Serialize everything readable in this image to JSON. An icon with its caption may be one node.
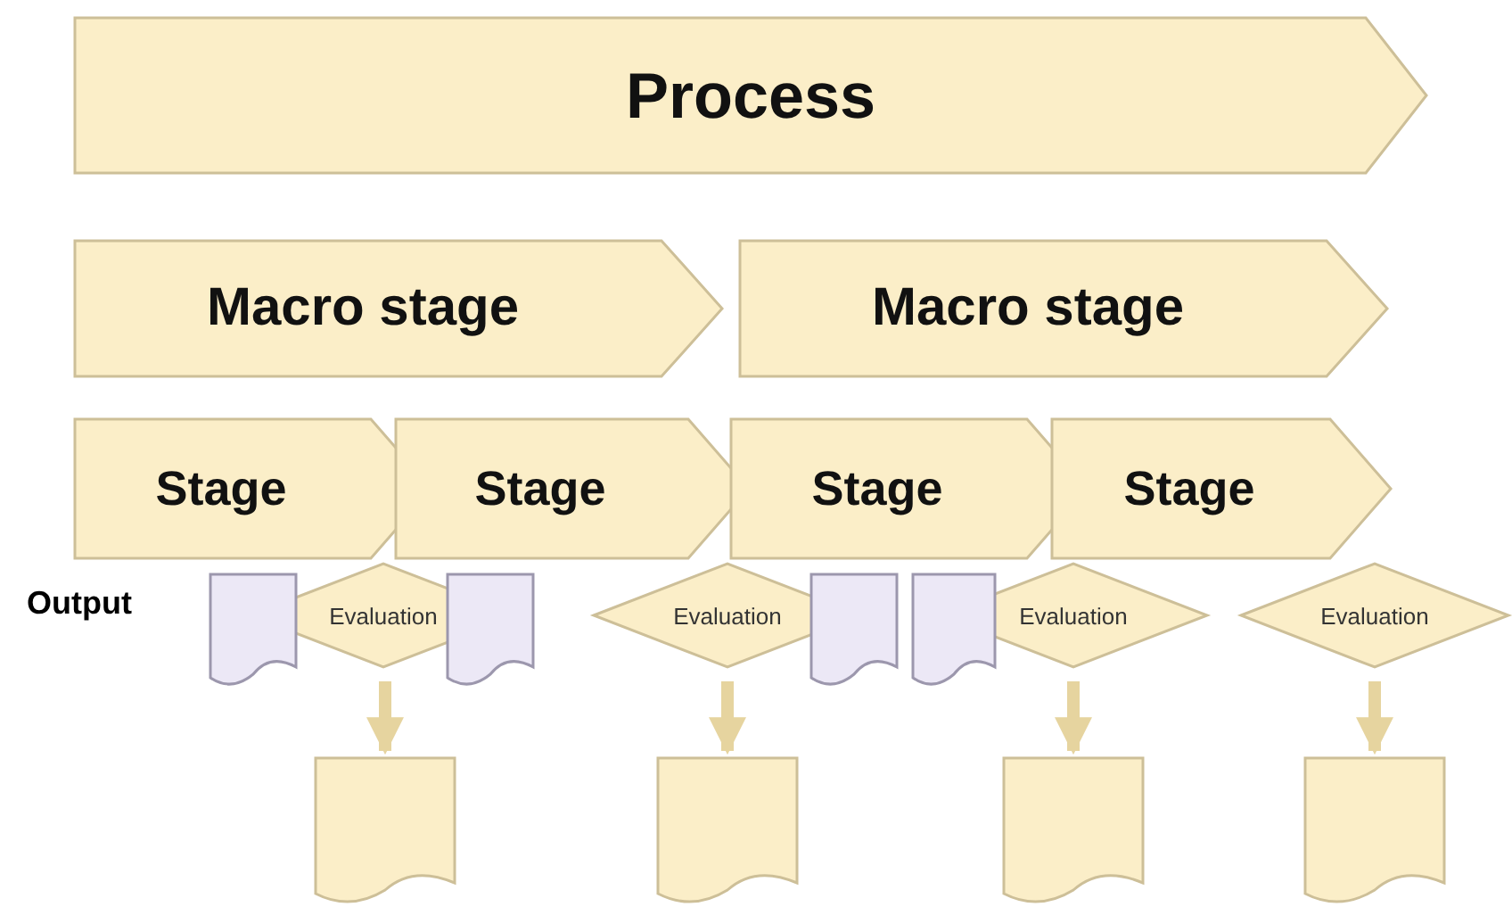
{
  "diagram": {
    "nodes": [
      {
        "text": [
          "Process"
        ]
      },
      {
        "text": [
          "Macro stage"
        ]
      },
      {
        "text": [
          "Macro stage"
        ]
      },
      {
        "text": [
          "Stage"
        ]
      },
      {
        "text": [
          "Stage"
        ]
      },
      {
        "text": [
          "Stage"
        ]
      },
      {
        "text": [
          "Stage"
        ]
      },
      {
        "text": [
          "Evaluation"
        ]
      },
      {
        "text": [
          "Evaluation"
        ]
      },
      {
        "text": [
          "Evaluation"
        ]
      },
      {
        "text": [
          "Evaluation"
        ]
      },
      {
        "text": [],
        "shape": "document"
      },
      {
        "text": [],
        "shape": "document"
      },
      {
        "text": [],
        "shape": "document"
      },
      {
        "text": [],
        "shape": "document"
      },
      {
        "text": [],
        "shape": "document"
      },
      {
        "text": [],
        "shape": "document"
      },
      {
        "text": [],
        "shape": "document"
      },
      {
        "text": [],
        "shape": "document"
      }
    ],
    "edges": [
      {
        "from": 7,
        "to": 15,
        "arrow": "to"
      },
      {
        "from": 8,
        "to": 16,
        "arrow": "to"
      },
      {
        "from": 9,
        "to": 17,
        "arrow": "to"
      },
      {
        "from": 10,
        "to": 18,
        "arrow": "to"
      }
    ],
    "labels": [
      "Output"
    ]
  }
}
